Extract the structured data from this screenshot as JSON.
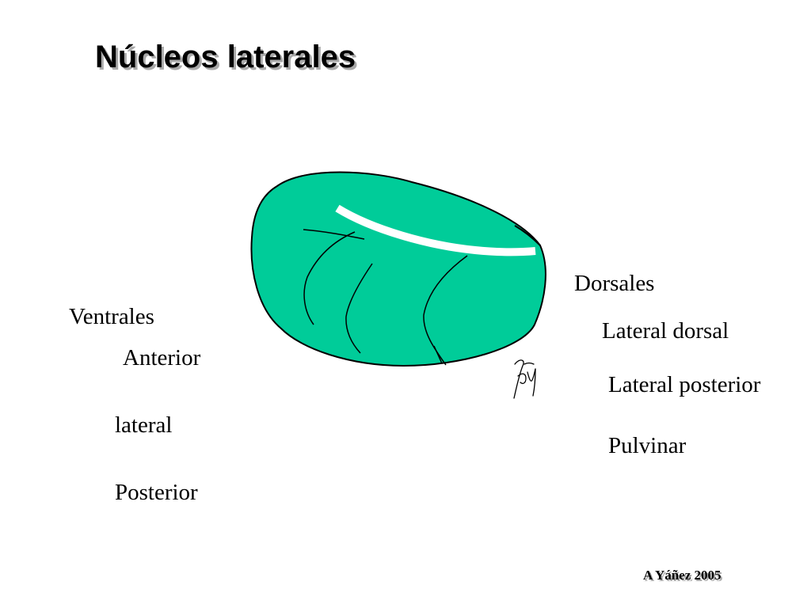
{
  "slide": {
    "title": "Núcleos laterales",
    "footer": "A Yáñez 2005"
  },
  "diagram": {
    "fill_color": "#00cc99",
    "stripe_color": "#ffffff",
    "outline_color": "#000000",
    "signature_icon": "signature-mark"
  },
  "groups": {
    "ventrales": {
      "heading": "Ventrales",
      "items": [
        "Anterior",
        "lateral",
        "Posterior"
      ]
    },
    "dorsales": {
      "heading": "Dorsales",
      "items": [
        "Lateral dorsal",
        "Lateral posterior",
        "Pulvinar"
      ]
    }
  }
}
